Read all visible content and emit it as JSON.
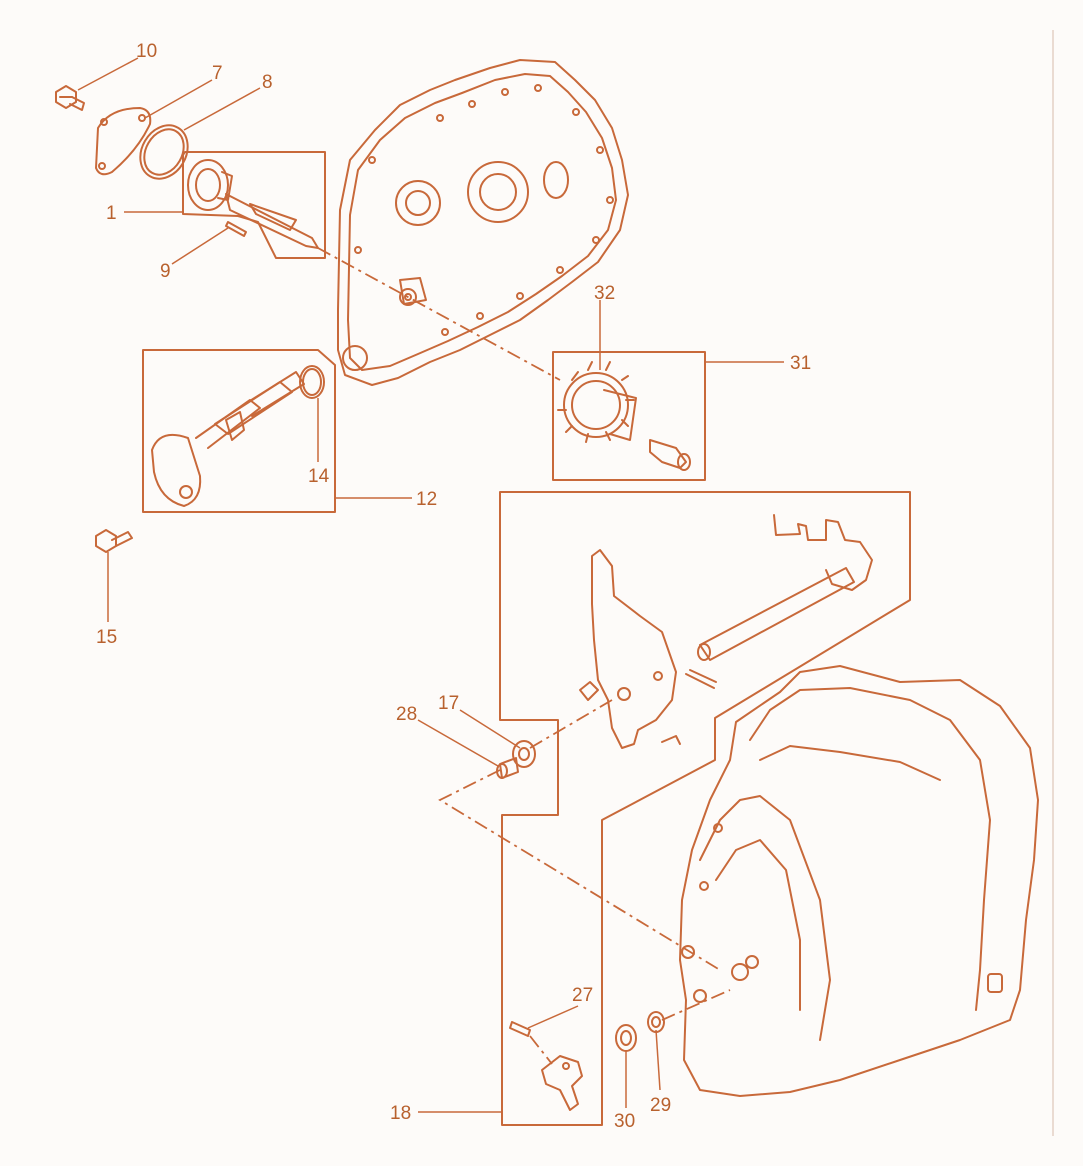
{
  "colors": {
    "line": "#c8693a",
    "label": "#b8612e",
    "divider": "#eadbd2",
    "background": "#fdfbf9"
  },
  "callouts": {
    "c10": "10",
    "c7": "7",
    "c8": "8",
    "c1": "1",
    "c9": "9",
    "c32": "32",
    "c31": "31",
    "c14": "14",
    "c12": "12",
    "c15": "15",
    "c28": "28",
    "c17": "17",
    "c27": "27",
    "c18": "18",
    "c29": "29",
    "c30": "30"
  }
}
